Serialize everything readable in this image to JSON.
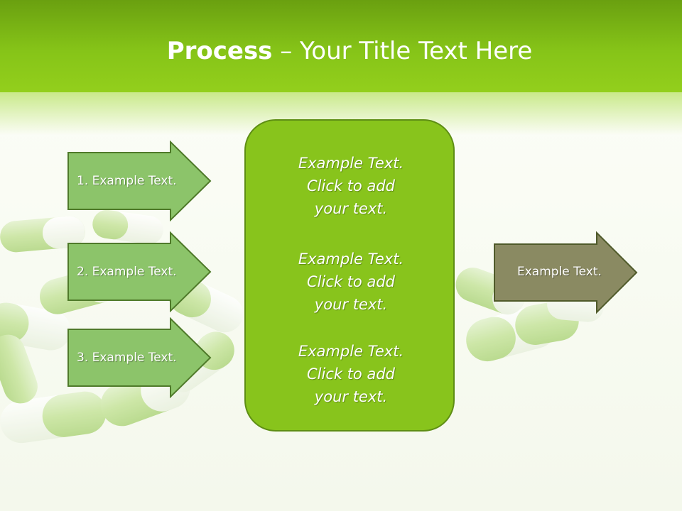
{
  "slide": {
    "title_bold": "Process",
    "title_rest": " – Your Title Text Here",
    "colors": {
      "title_bar": "#86c418",
      "center_box": "#88c41c",
      "center_box_border": "#5e8e14",
      "input_arrow": "#8cc46a",
      "input_arrow_border": "#4f7a2a",
      "output_arrow": "#8a8a62",
      "output_arrow_border": "#4f5a2a"
    },
    "inputs": [
      {
        "label": "1. Example Text."
      },
      {
        "label": "2. Example Text."
      },
      {
        "label": "3. Example Text."
      }
    ],
    "center_blocks": [
      {
        "line1": "Example Text.",
        "line2": "Click  to add",
        "line3": "your text."
      },
      {
        "line1": "Example Text.",
        "line2": "Click  to add",
        "line3": "your text."
      },
      {
        "line1": "Example Text.",
        "line2": "Click  to add",
        "line3": "your text."
      }
    ],
    "output": {
      "label": "Example Text."
    }
  }
}
